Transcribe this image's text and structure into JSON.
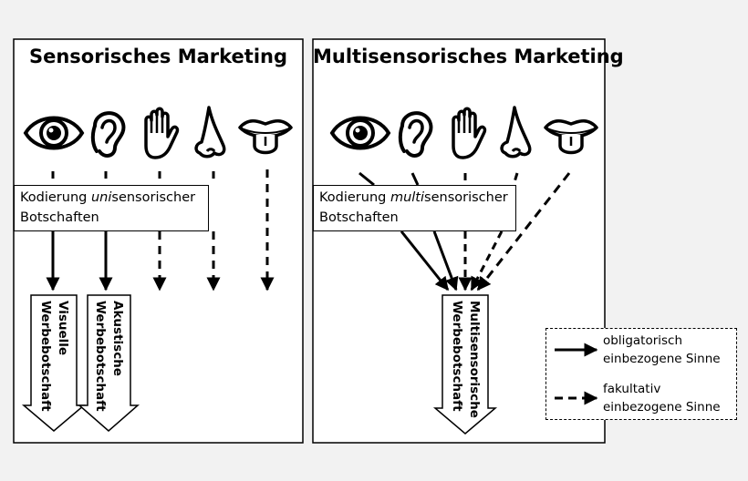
{
  "panels": {
    "left": {
      "title": "Sensorisches Marketing",
      "coding_prefix": "Kodierung ",
      "coding_italic": "uni",
      "coding_suffix": "sensorischer",
      "coding_line2": "Botschaften",
      "outputs": [
        "Visuelle\nWerbebotschaft",
        "Akustische\nWerbebotschaft"
      ]
    },
    "right": {
      "title": "Multisensorisches Marketing",
      "coding_prefix": "Kodierung ",
      "coding_italic": "multi",
      "coding_suffix": "sensorischer",
      "coding_line2": "Botschaften",
      "output": "Multisensorische\nWerbebotschaft"
    }
  },
  "senses": [
    "eye-icon",
    "ear-icon",
    "hand-icon",
    "nose-icon",
    "tongue-icon"
  ],
  "legend": {
    "solid_label": "obligatorisch\neinbezogene Sinne",
    "dashed_label": "fakultativ\neinbezogene Sinne"
  },
  "colors": {
    "background": "#f2f2f2",
    "box": "#ffffff",
    "ink": "#000000"
  }
}
